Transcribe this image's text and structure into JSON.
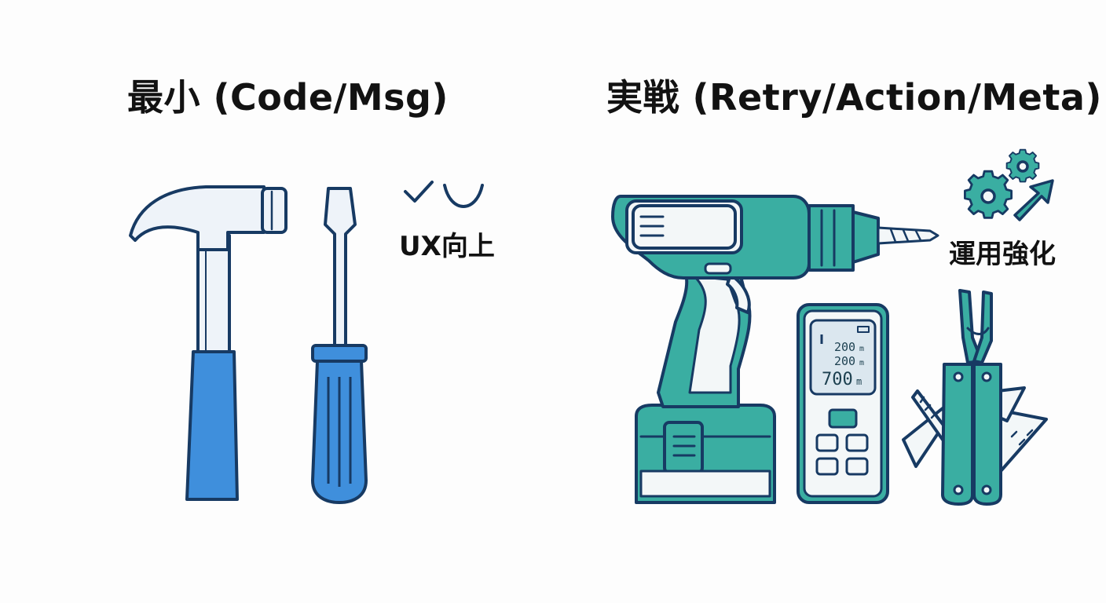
{
  "left_panel": {
    "title": "最小 (Code/Msg)",
    "badge_label": "UX向上"
  },
  "right_panel": {
    "title": "実戦 (Retry/Action/Meta)",
    "badge_label": "運用強化",
    "meter_readings": [
      {
        "value": "200",
        "unit": "m"
      },
      {
        "value": "200",
        "unit": "m"
      },
      {
        "value": "700",
        "unit": "m"
      }
    ]
  },
  "icons": {
    "left": [
      "hammer-icon",
      "screwdriver-icon",
      "check-icon",
      "smile-icon"
    ],
    "right": [
      "power-drill-icon",
      "laser-meter-icon",
      "multitool-icon",
      "gears-icon",
      "arrow-up-right-icon"
    ]
  },
  "colors": {
    "outline": "#173a63",
    "basic_blue": "#3f8fdc",
    "basic_light": "#eef3f9",
    "teal": "#3aaea2",
    "teal_light": "#f3f7f8",
    "lcd": "#dbe7ef"
  }
}
